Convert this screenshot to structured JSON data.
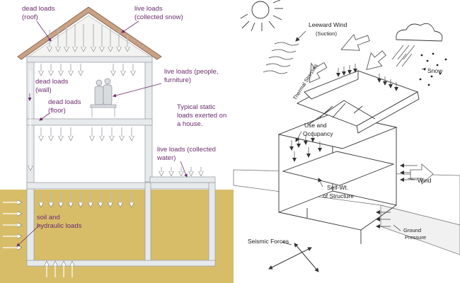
{
  "left_panel": {
    "labels": {
      "dead_roof": [
        "dead loads",
        "(roof)"
      ],
      "live_snow": [
        "live loads",
        "(collected snow)"
      ],
      "live_people": [
        "live loads (people,",
        "furniture)"
      ],
      "dead_wall": [
        "dead loads",
        "(wall)"
      ],
      "dead_floor": [
        "dead loads",
        "(floor)"
      ],
      "caption": [
        "Typical static",
        "loads exerted on",
        "a house."
      ],
      "live_water": [
        "live loads (collected",
        "water)"
      ],
      "soil": [
        "soil and",
        "hydraulic loads"
      ]
    },
    "colors": {
      "label": "#6b2c6e",
      "ground": "#dcc471",
      "roof": "#c9a184",
      "wall": "#e6eaec"
    }
  },
  "right_panel": {
    "labels": {
      "leeward": [
        "Leeward Wind",
        "(Suction)"
      ],
      "snow": "Snow",
      "thermal": "Thermal Stresses",
      "use": [
        "Use and",
        "Occupancy"
      ],
      "self_wt": [
        "Self-Wt.",
        "of Structure"
      ],
      "wind": "Wind",
      "ground": [
        "Ground",
        "Pressure"
      ],
      "seismic": "Seismic Forces"
    }
  }
}
